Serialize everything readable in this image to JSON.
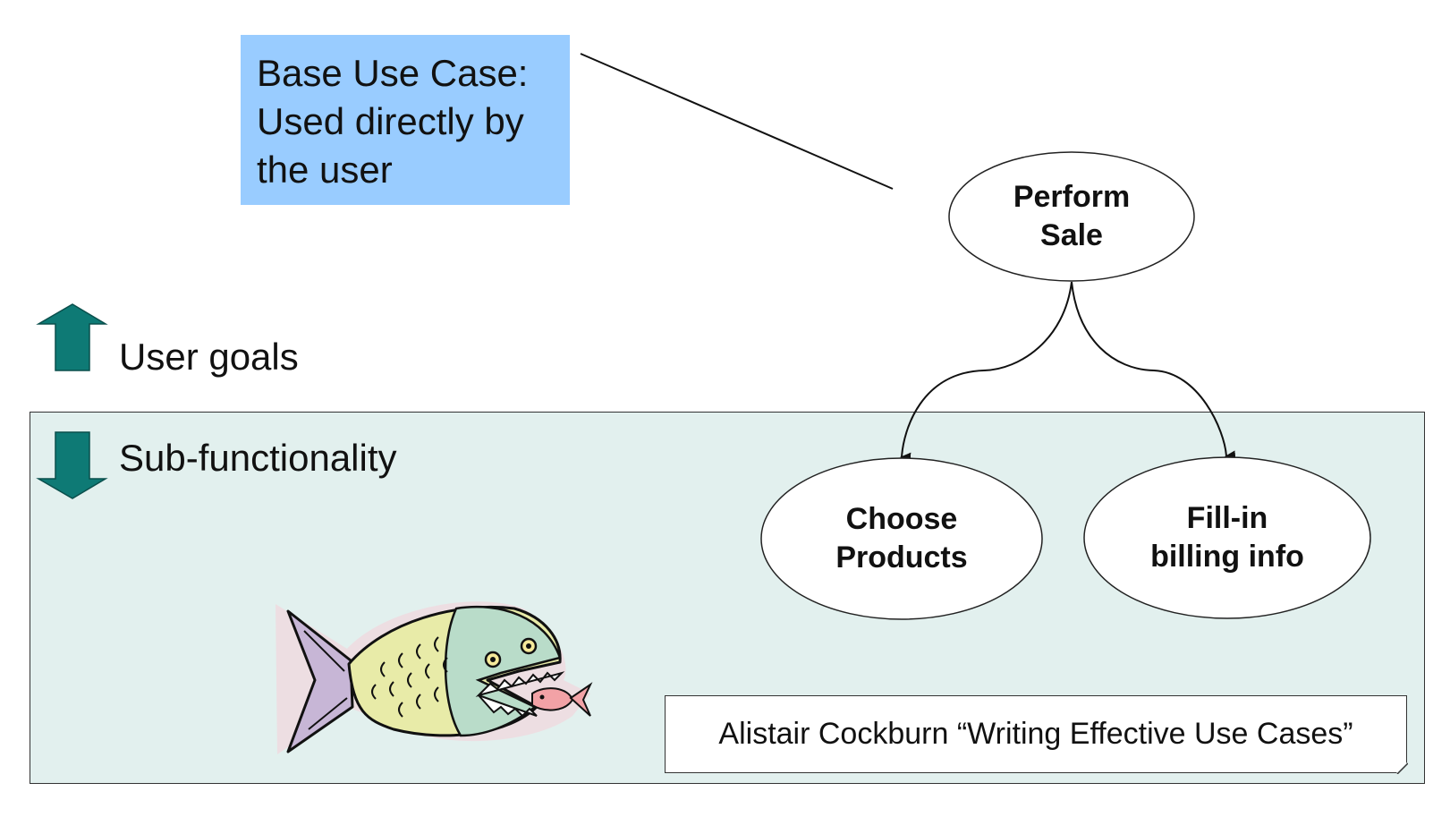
{
  "callout": {
    "lines": [
      "Base Use Case:",
      "Used directly by",
      "the user"
    ]
  },
  "legend": {
    "up_label": "User goals",
    "down_label": "Sub-functionality",
    "arrow_color": "#0e7a75"
  },
  "nodes": {
    "perform_sale": [
      "Perform",
      "Sale"
    ],
    "choose_products": [
      "Choose",
      "Products"
    ],
    "fill_in_billing": [
      "Fill-in",
      "billing info"
    ]
  },
  "citation": "Alistair Cockburn “Writing Effective Use Cases”",
  "colors": {
    "callout_bg": "#99ccff",
    "panel_bg": "#e2f0ee",
    "fish_body": "#e8eba8",
    "fish_head": "#b9dcc9"
  },
  "icons": [
    "arrow-up-icon",
    "arrow-down-icon",
    "piranha-fish-icon"
  ]
}
